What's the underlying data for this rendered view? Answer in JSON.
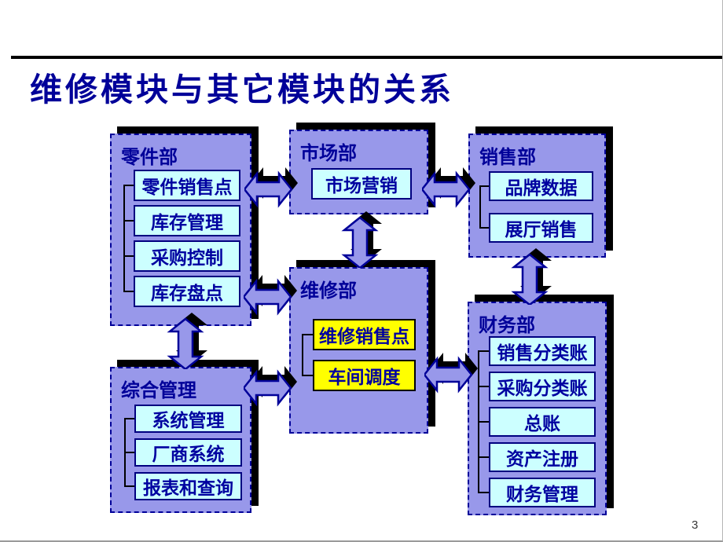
{
  "slide": {
    "title": "维修模块与其它模块的关系",
    "page_number": "3",
    "colors": {
      "title_text": "#000099",
      "box_fill": "#9898EA",
      "box_border": "#000099",
      "module_fill": "#CCFFFF",
      "module_highlight_fill": "#FFFF00",
      "module_text": "#0000A0",
      "shadow": "#000000"
    }
  },
  "departments": [
    {
      "id": "parts",
      "name": "零件部",
      "items": [
        "零件销售点",
        "库存管理",
        "采购控制",
        "库存盘点"
      ]
    },
    {
      "id": "market",
      "name": "市场部",
      "items": [
        "市场营销"
      ]
    },
    {
      "id": "sales",
      "name": "销售部",
      "items": [
        "品牌数据",
        "展厅销售"
      ]
    },
    {
      "id": "service",
      "name": "维修部",
      "items": [
        "维修销售点",
        "车间调度"
      ],
      "highlight": true
    },
    {
      "id": "admin",
      "name": "综合管理",
      "items": [
        "系统管理",
        "厂商系统",
        "报表和查询"
      ]
    },
    {
      "id": "finance",
      "name": "财务部",
      "items": [
        "销售分类账",
        "采购分类账",
        "总账",
        "资产注册",
        "财务管理"
      ]
    }
  ],
  "connections": [
    {
      "from": "零件部",
      "to": "市场部",
      "direction": "horizontal"
    },
    {
      "from": "市场部",
      "to": "销售部",
      "direction": "horizontal"
    },
    {
      "from": "市场部",
      "to": "维修部",
      "direction": "vertical"
    },
    {
      "from": "销售部",
      "to": "财务部",
      "direction": "vertical"
    },
    {
      "from": "零件部",
      "to": "维修部",
      "direction": "horizontal"
    },
    {
      "from": "零件部",
      "to": "综合管理",
      "direction": "vertical"
    },
    {
      "from": "综合管理",
      "to": "维修部",
      "direction": "horizontal"
    },
    {
      "from": "维修部",
      "to": "财务部",
      "direction": "horizontal"
    }
  ]
}
